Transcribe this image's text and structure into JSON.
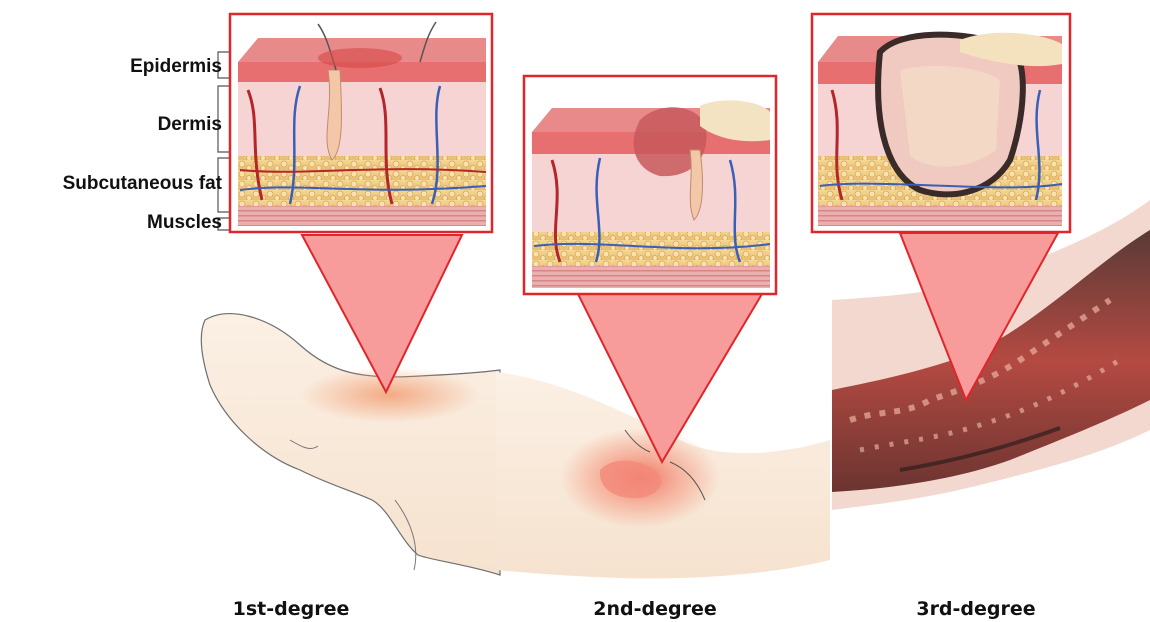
{
  "layers": {
    "epidermis": "Epidermis",
    "dermis": "Dermis",
    "subcutaneous": "Subcutaneous fat",
    "muscles": "Muscles"
  },
  "degrees": {
    "first": "1st-degree",
    "second": "2nd-degree",
    "third": "3rd-degree"
  },
  "colors": {
    "callout_border": "#e0262a",
    "callout_fill": "#f79b9b",
    "epidermis": "#e98a8a",
    "dermis": "#f6d4d4",
    "fat": "#f2cf88",
    "muscle": "#e8a3a3",
    "vein": "#3a5fb5",
    "artery": "#b3262b",
    "char": "#3a2a28"
  },
  "icons": [
    "skin-cross-section-icon",
    "finger-illustration-icon"
  ]
}
